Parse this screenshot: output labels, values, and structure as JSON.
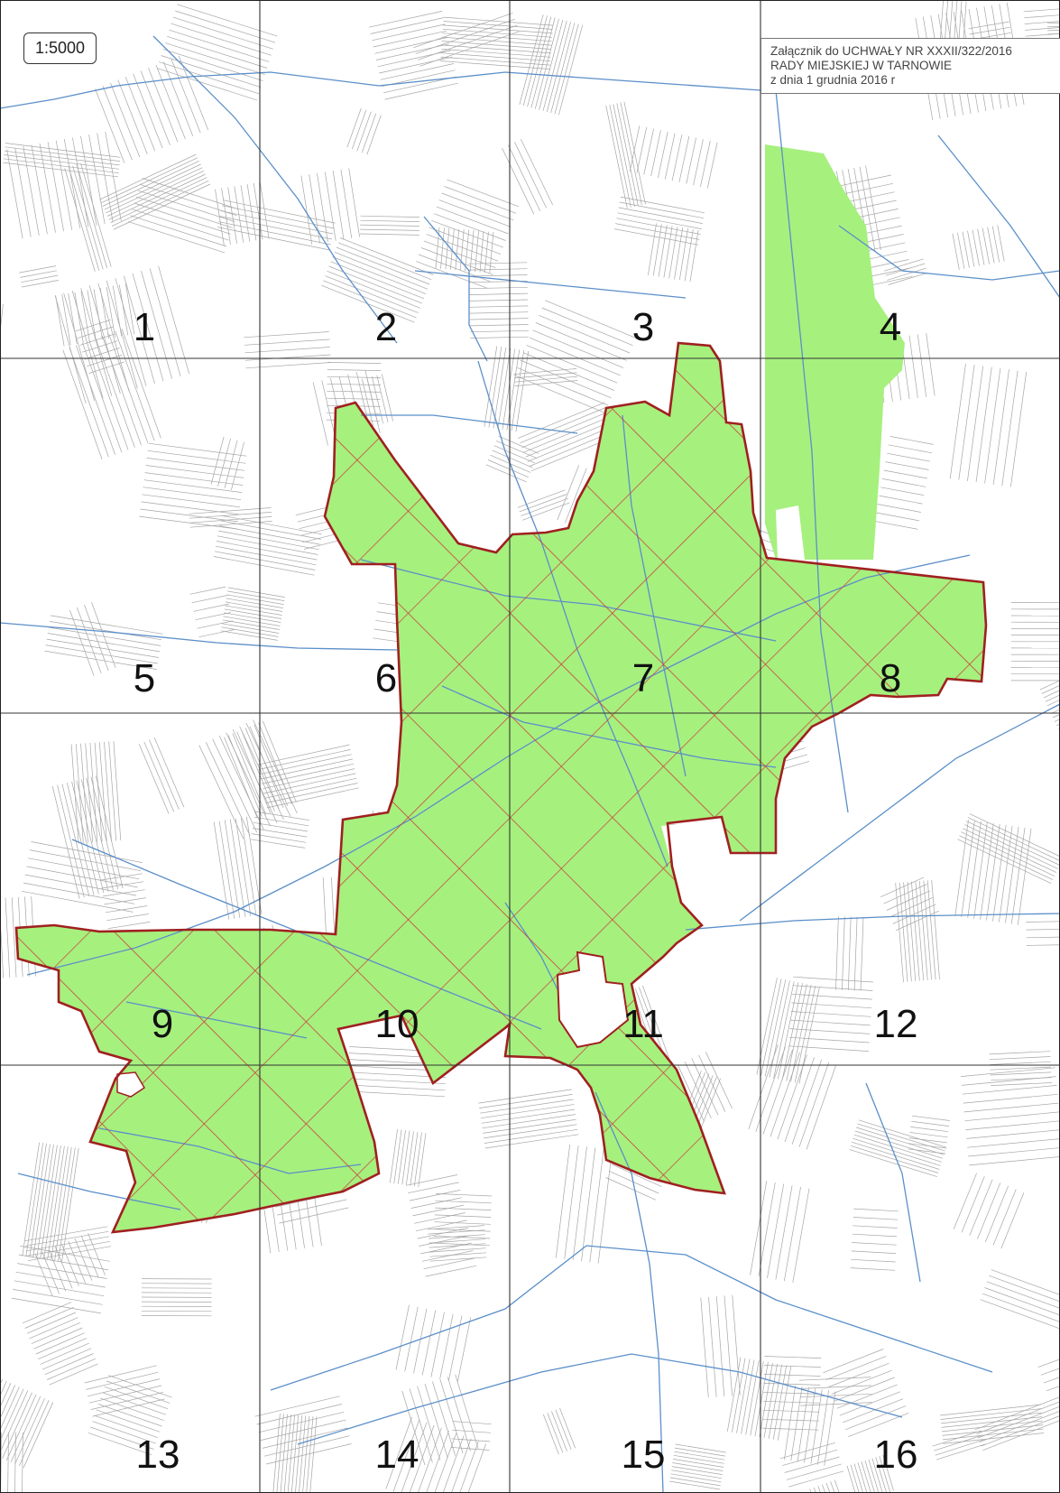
{
  "scale": "1:5000",
  "title_lines": [
    "Załącznik do UCHWAŁY NR XXXII/322/2016",
    "RADY MIEJSKIEJ W TARNOWIE",
    "z dnia 1 grudnia 2016 r"
  ],
  "sheets": [
    "1",
    "2",
    "3",
    "4",
    "5",
    "6",
    "7",
    "8",
    "9",
    "10",
    "11",
    "12",
    "13",
    "14",
    "15",
    "16"
  ],
  "colors": {
    "area_fill": "#a6f07e",
    "area_outline": "#a02020",
    "hatch": "#cc3a3a",
    "streets": "#5b8fc9",
    "parcels": "#9a9a9a",
    "grid": "#333333"
  }
}
